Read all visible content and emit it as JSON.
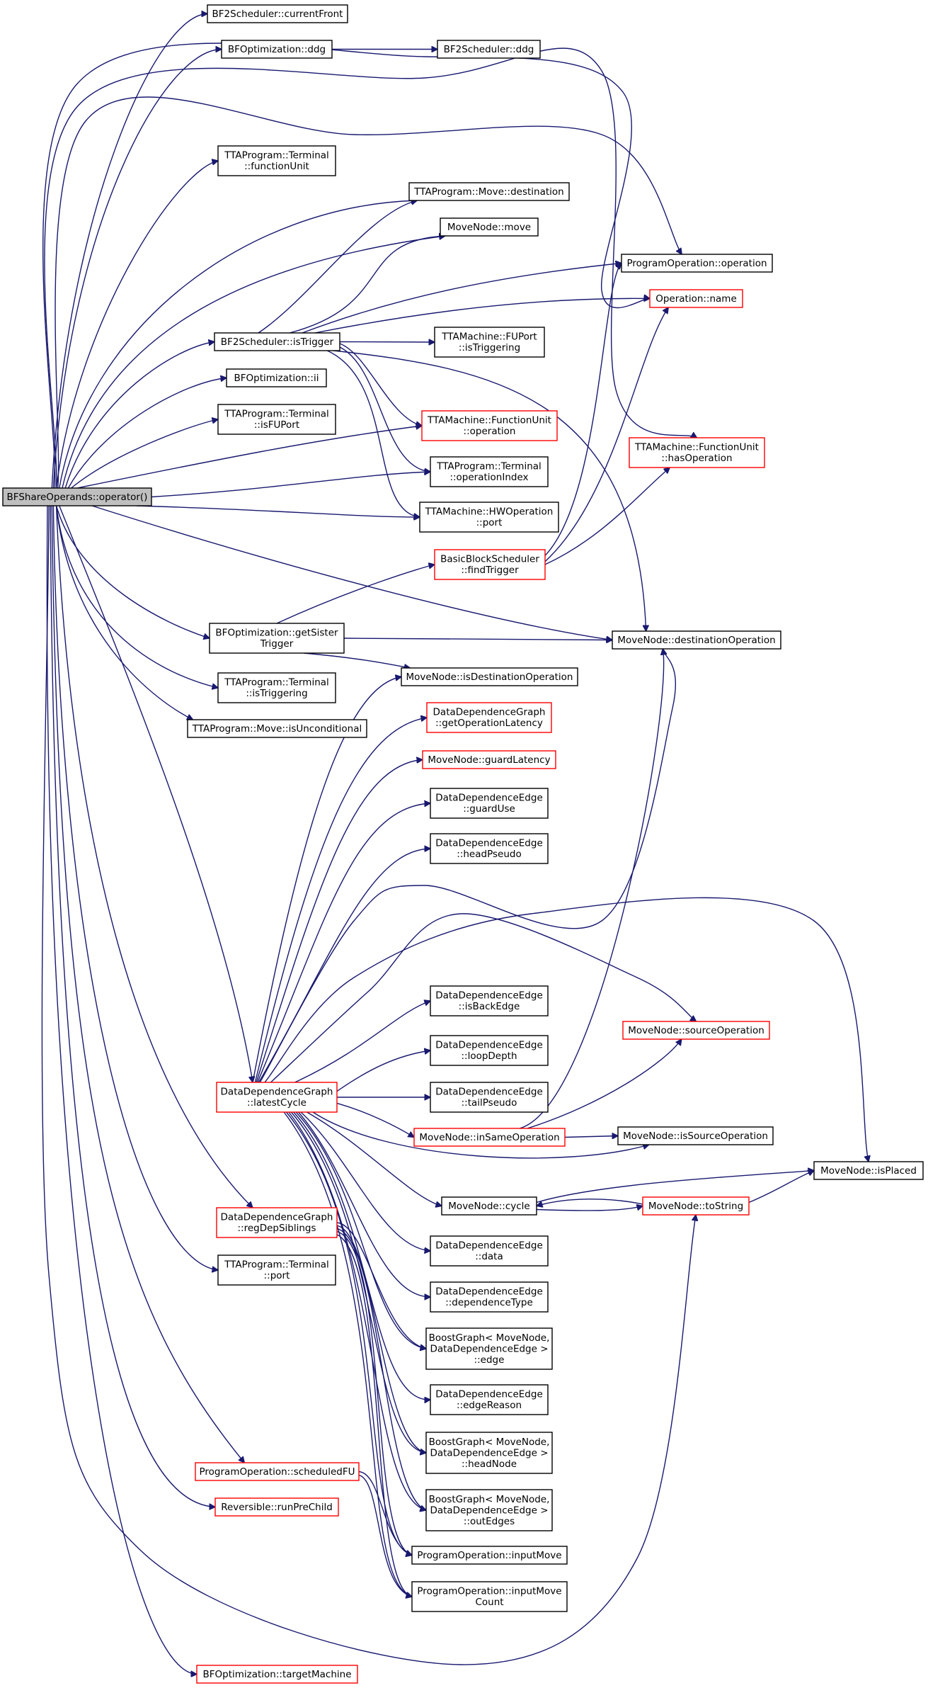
{
  "graph": {
    "colors": {
      "edge": "#191970",
      "root_fill": "#bfbfbf",
      "normal_border": "#000000",
      "truncated_border": "#ff0000",
      "node_fill": "#ffffff"
    },
    "nodes": [
      {
        "id": "root",
        "lines": [
          "BFShareOperands::operator()"
        ],
        "kind": "root"
      },
      {
        "id": "currentFront",
        "lines": [
          "BF2Scheduler::currentFront"
        ],
        "kind": "normal"
      },
      {
        "id": "bfoDdg",
        "lines": [
          "BFOptimization::ddg"
        ],
        "kind": "normal"
      },
      {
        "id": "bf2Ddg",
        "lines": [
          "BF2Scheduler::ddg"
        ],
        "kind": "normal"
      },
      {
        "id": "termFunctionUnit",
        "lines": [
          "TTAProgram::Terminal",
          "::functionUnit"
        ],
        "kind": "normal"
      },
      {
        "id": "moveDestination",
        "lines": [
          "TTAProgram::Move::destination"
        ],
        "kind": "normal"
      },
      {
        "id": "moveNodeMove",
        "lines": [
          "MoveNode::move"
        ],
        "kind": "normal"
      },
      {
        "id": "progOpOperation",
        "lines": [
          "ProgramOperation::operation"
        ],
        "kind": "normal"
      },
      {
        "id": "operationName",
        "lines": [
          "Operation::name"
        ],
        "kind": "truncated"
      },
      {
        "id": "isTrigger",
        "lines": [
          "BF2Scheduler::isTrigger"
        ],
        "kind": "normal"
      },
      {
        "id": "fuPortIsTriggering",
        "lines": [
          "TTAMachine::FUPort",
          "::isTriggering"
        ],
        "kind": "normal"
      },
      {
        "id": "bfoIi",
        "lines": [
          "BFOptimization::ii"
        ],
        "kind": "normal"
      },
      {
        "id": "termIsFUPort",
        "lines": [
          "TTAProgram::Terminal",
          "::isFUPort"
        ],
        "kind": "normal"
      },
      {
        "id": "fuOperation",
        "lines": [
          "TTAMachine::FunctionUnit",
          "::operation"
        ],
        "kind": "truncated"
      },
      {
        "id": "fuHasOperation",
        "lines": [
          "TTAMachine::FunctionUnit",
          "::hasOperation"
        ],
        "kind": "truncated"
      },
      {
        "id": "termOperationIndex",
        "lines": [
          "TTAProgram::Terminal",
          "::operationIndex"
        ],
        "kind": "normal"
      },
      {
        "id": "hwOpPort",
        "lines": [
          "TTAMachine::HWOperation",
          "::port"
        ],
        "kind": "normal"
      },
      {
        "id": "findTrigger",
        "lines": [
          "BasicBlockScheduler",
          "::findTrigger"
        ],
        "kind": "truncated"
      },
      {
        "id": "getSisterTrigger",
        "lines": [
          "BFOptimization::getSister",
          "Trigger"
        ],
        "kind": "normal"
      },
      {
        "id": "destinationOperation",
        "lines": [
          "MoveNode::destinationOperation"
        ],
        "kind": "normal"
      },
      {
        "id": "termIsTriggering",
        "lines": [
          "TTAProgram::Terminal",
          "::isTriggering"
        ],
        "kind": "normal"
      },
      {
        "id": "isDestinationOperation",
        "lines": [
          "MoveNode::isDestinationOperation"
        ],
        "kind": "normal"
      },
      {
        "id": "moveIsUnconditional",
        "lines": [
          "TTAProgram::Move::isUnconditional"
        ],
        "kind": "normal"
      },
      {
        "id": "getOperationLatency",
        "lines": [
          "DataDependenceGraph",
          "::getOperationLatency"
        ],
        "kind": "truncated"
      },
      {
        "id": "guardLatency",
        "lines": [
          "MoveNode::guardLatency"
        ],
        "kind": "truncated"
      },
      {
        "id": "guardUse",
        "lines": [
          "DataDependenceEdge",
          "::guardUse"
        ],
        "kind": "normal"
      },
      {
        "id": "headPseudo",
        "lines": [
          "DataDependenceEdge",
          "::headPseudo"
        ],
        "kind": "normal"
      },
      {
        "id": "isBackEdge",
        "lines": [
          "DataDependenceEdge",
          "::isBackEdge"
        ],
        "kind": "normal"
      },
      {
        "id": "sourceOperation",
        "lines": [
          "MoveNode::sourceOperation"
        ],
        "kind": "truncated"
      },
      {
        "id": "loopDepth",
        "lines": [
          "DataDependenceEdge",
          "::loopDepth"
        ],
        "kind": "normal"
      },
      {
        "id": "latestCycle",
        "lines": [
          "DataDependenceGraph",
          "::latestCycle"
        ],
        "kind": "truncated"
      },
      {
        "id": "tailPseudo",
        "lines": [
          "DataDependenceEdge",
          "::tailPseudo"
        ],
        "kind": "normal"
      },
      {
        "id": "inSameOperation",
        "lines": [
          "MoveNode::inSameOperation"
        ],
        "kind": "truncated"
      },
      {
        "id": "isSourceOperation",
        "lines": [
          "MoveNode::isSourceOperation"
        ],
        "kind": "normal"
      },
      {
        "id": "isPlaced",
        "lines": [
          "MoveNode::isPlaced"
        ],
        "kind": "normal"
      },
      {
        "id": "cycle",
        "lines": [
          "MoveNode::cycle"
        ],
        "kind": "normal"
      },
      {
        "id": "toString",
        "lines": [
          "MoveNode::toString"
        ],
        "kind": "truncated"
      },
      {
        "id": "regDepSiblings",
        "lines": [
          "DataDependenceGraph",
          "::regDepSiblings"
        ],
        "kind": "truncated"
      },
      {
        "id": "data",
        "lines": [
          "DataDependenceEdge",
          "::data"
        ],
        "kind": "normal"
      },
      {
        "id": "termPort",
        "lines": [
          "TTAProgram::Terminal",
          "::port"
        ],
        "kind": "normal"
      },
      {
        "id": "dependenceType",
        "lines": [
          "DataDependenceEdge",
          "::dependenceType"
        ],
        "kind": "normal"
      },
      {
        "id": "bgEdge",
        "lines": [
          "BoostGraph< MoveNode,",
          "DataDependenceEdge >",
          "::edge"
        ],
        "kind": "normal"
      },
      {
        "id": "edgeReason",
        "lines": [
          "DataDependenceEdge",
          "::edgeReason"
        ],
        "kind": "normal"
      },
      {
        "id": "bgHeadNode",
        "lines": [
          "BoostGraph< MoveNode,",
          "DataDependenceEdge >",
          "::headNode"
        ],
        "kind": "normal"
      },
      {
        "id": "scheduledFU",
        "lines": [
          "ProgramOperation::scheduledFU"
        ],
        "kind": "truncated"
      },
      {
        "id": "bgOutEdges",
        "lines": [
          "BoostGraph< MoveNode,",
          "DataDependenceEdge >",
          "::outEdges"
        ],
        "kind": "normal"
      },
      {
        "id": "runPreChild",
        "lines": [
          "Reversible::runPreChild"
        ],
        "kind": "truncated"
      },
      {
        "id": "inputMove",
        "lines": [
          "ProgramOperation::inputMove"
        ],
        "kind": "normal"
      },
      {
        "id": "inputMoveCount",
        "lines": [
          "ProgramOperation::inputMove",
          "Count"
        ],
        "kind": "normal"
      },
      {
        "id": "targetMachine",
        "lines": [
          "BFOptimization::targetMachine"
        ],
        "kind": "truncated"
      }
    ],
    "edges": [
      {
        "from": "root",
        "to": "currentFront"
      },
      {
        "from": "root",
        "to": "bfoDdg"
      },
      {
        "from": "bfoDdg",
        "to": "bf2Ddg"
      },
      {
        "from": "root",
        "to": "termFunctionUnit"
      },
      {
        "from": "root",
        "to": "moveDestination"
      },
      {
        "from": "root",
        "to": "moveNodeMove"
      },
      {
        "from": "root",
        "to": "progOpOperation"
      },
      {
        "from": "root",
        "to": "operationName"
      },
      {
        "from": "root",
        "to": "isTrigger"
      },
      {
        "from": "root",
        "to": "bfoIi"
      },
      {
        "from": "root",
        "to": "termIsFUPort"
      },
      {
        "from": "root",
        "to": "fuOperation"
      },
      {
        "from": "root",
        "to": "fuHasOperation"
      },
      {
        "from": "root",
        "to": "termOperationIndex"
      },
      {
        "from": "root",
        "to": "hwOpPort"
      },
      {
        "from": "root",
        "to": "getSisterTrigger"
      },
      {
        "from": "root",
        "to": "destinationOperation"
      },
      {
        "from": "root",
        "to": "termIsTriggering"
      },
      {
        "from": "root",
        "to": "moveIsUnconditional"
      },
      {
        "from": "root",
        "to": "latestCycle"
      },
      {
        "from": "root",
        "to": "regDepSiblings"
      },
      {
        "from": "root",
        "to": "termPort"
      },
      {
        "from": "root",
        "to": "scheduledFU"
      },
      {
        "from": "root",
        "to": "runPreChild"
      },
      {
        "from": "root",
        "to": "toString"
      },
      {
        "from": "root",
        "to": "targetMachine"
      },
      {
        "from": "isTrigger",
        "to": "moveDestination"
      },
      {
        "from": "isTrigger",
        "to": "moveNodeMove"
      },
      {
        "from": "isTrigger",
        "to": "progOpOperation"
      },
      {
        "from": "isTrigger",
        "to": "operationName"
      },
      {
        "from": "isTrigger",
        "to": "fuPortIsTriggering"
      },
      {
        "from": "isTrigger",
        "to": "fuOperation"
      },
      {
        "from": "isTrigger",
        "to": "termOperationIndex"
      },
      {
        "from": "isTrigger",
        "to": "hwOpPort"
      },
      {
        "from": "isTrigger",
        "to": "destinationOperation"
      },
      {
        "from": "findTrigger",
        "to": "progOpOperation"
      },
      {
        "from": "findTrigger",
        "to": "operationName"
      },
      {
        "from": "findTrigger",
        "to": "fuHasOperation"
      },
      {
        "from": "getSisterTrigger",
        "to": "findTrigger"
      },
      {
        "from": "getSisterTrigger",
        "to": "destinationOperation"
      },
      {
        "from": "getSisterTrigger",
        "to": "isDestinationOperation"
      },
      {
        "from": "latestCycle",
        "to": "isDestinationOperation"
      },
      {
        "from": "latestCycle",
        "to": "getOperationLatency"
      },
      {
        "from": "latestCycle",
        "to": "guardLatency"
      },
      {
        "from": "latestCycle",
        "to": "guardUse"
      },
      {
        "from": "latestCycle",
        "to": "headPseudo"
      },
      {
        "from": "latestCycle",
        "to": "destinationOperation"
      },
      {
        "from": "latestCycle",
        "to": "isPlaced"
      },
      {
        "from": "latestCycle",
        "to": "sourceOperation"
      },
      {
        "from": "latestCycle",
        "to": "isBackEdge"
      },
      {
        "from": "latestCycle",
        "to": "loopDepth"
      },
      {
        "from": "latestCycle",
        "to": "tailPseudo"
      },
      {
        "from": "latestCycle",
        "to": "inSameOperation"
      },
      {
        "from": "latestCycle",
        "to": "isSourceOperation"
      },
      {
        "from": "latestCycle",
        "to": "cycle"
      },
      {
        "from": "latestCycle",
        "to": "data"
      },
      {
        "from": "latestCycle",
        "to": "dependenceType"
      },
      {
        "from": "latestCycle",
        "to": "bgEdge"
      },
      {
        "from": "latestCycle",
        "to": "edgeReason"
      },
      {
        "from": "latestCycle",
        "to": "bgHeadNode"
      },
      {
        "from": "latestCycle",
        "to": "bgOutEdges"
      },
      {
        "from": "latestCycle",
        "to": "inputMove"
      },
      {
        "from": "latestCycle",
        "to": "inputMoveCount"
      },
      {
        "from": "inSameOperation",
        "to": "destinationOperation"
      },
      {
        "from": "inSameOperation",
        "to": "sourceOperation"
      },
      {
        "from": "inSameOperation",
        "to": "isSourceOperation"
      },
      {
        "from": "cycle",
        "to": "isPlaced"
      },
      {
        "from": "cycle",
        "to": "toString"
      },
      {
        "from": "toString",
        "to": "isPlaced"
      },
      {
        "from": "toString",
        "to": "cycle"
      },
      {
        "from": "regDepSiblings",
        "to": "bgEdge"
      },
      {
        "from": "regDepSiblings",
        "to": "bgHeadNode"
      },
      {
        "from": "regDepSiblings",
        "to": "bgOutEdges"
      },
      {
        "from": "regDepSiblings",
        "to": "inputMove"
      },
      {
        "from": "regDepSiblings",
        "to": "inputMoveCount"
      },
      {
        "from": "scheduledFU",
        "to": "inputMove"
      },
      {
        "from": "scheduledFU",
        "to": "inputMoveCount"
      }
    ]
  }
}
